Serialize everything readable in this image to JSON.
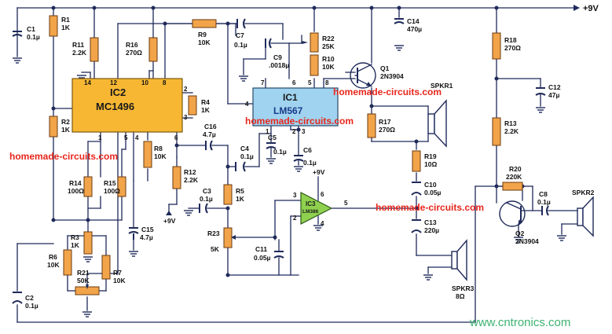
{
  "supply": {
    "vcc_label": "+9V",
    "ic3_supply": "+9V",
    "r12_supply": "+9V"
  },
  "ics": {
    "ic2": {
      "name": "IC2",
      "part": "MC1496"
    },
    "ic1": {
      "name": "IC1",
      "part": "LM567"
    },
    "ic3": {
      "name": "IC3",
      "part": "LM386"
    }
  },
  "pins": {
    "ic2": [
      "14",
      "12",
      "10",
      "8",
      "2",
      "3",
      "1",
      "5",
      "4",
      "6"
    ],
    "ic1": [
      "4",
      "7",
      "6",
      "5",
      "8",
      "1",
      "2",
      "3"
    ],
    "ic3": [
      "3",
      "2",
      "6",
      "4",
      "5"
    ]
  },
  "components": {
    "R1": {
      "name": "R1",
      "value": "1K"
    },
    "R2": {
      "name": "R2",
      "value": "1K"
    },
    "R3": {
      "name": "R3",
      "value": "1K"
    },
    "R4": {
      "name": "R4",
      "value": "1K"
    },
    "R5": {
      "name": "R5",
      "value": "1K"
    },
    "R6": {
      "name": "R6",
      "value": "10K"
    },
    "R7": {
      "name": "R7",
      "value": "10K"
    },
    "R8": {
      "name": "R8",
      "value": "10K"
    },
    "R9": {
      "name": "R9",
      "value": "10K"
    },
    "R10": {
      "name": "R10",
      "value": "10K"
    },
    "R11": {
      "name": "R11",
      "value": "2.2K"
    },
    "R12": {
      "name": "R12",
      "value": "2.2K"
    },
    "R13": {
      "name": "R13",
      "value": "2.2K"
    },
    "R14": {
      "name": "R14",
      "value": "100Ω"
    },
    "R15": {
      "name": "R15",
      "value": "100Ω"
    },
    "R16": {
      "name": "R16",
      "value": "270Ω"
    },
    "R17": {
      "name": "R17",
      "value": "270Ω"
    },
    "R18": {
      "name": "R18",
      "value": "270Ω"
    },
    "R19": {
      "name": "R19",
      "value": "10Ω"
    },
    "R20": {
      "name": "R20",
      "value": "220K"
    },
    "R21": {
      "name": "R21",
      "value": "50K"
    },
    "R22": {
      "name": "R22",
      "value": "25K"
    },
    "R23": {
      "name": "R23",
      "value": "5K"
    },
    "C1": {
      "name": "C1",
      "value": "0.1µ"
    },
    "C2": {
      "name": "C2",
      "value": "0.1µ"
    },
    "C3": {
      "name": "C3",
      "value": "0.1µ"
    },
    "C4": {
      "name": "C4",
      "value": "0.1µ"
    },
    "C5": {
      "name": "C5",
      "value": "0.1µ"
    },
    "C6": {
      "name": "C6",
      "value": "0.1µ"
    },
    "C7": {
      "name": "C7",
      "value": "0.1µ"
    },
    "C8": {
      "name": "C8",
      "value": "0.1µ"
    },
    "C9": {
      "name": "C9",
      "value": ".0018µ"
    },
    "C10": {
      "name": "C10",
      "value": "0.05µ"
    },
    "C11": {
      "name": "C11",
      "value": "0.05µ"
    },
    "C12": {
      "name": "C12",
      "value": "47µ"
    },
    "C13": {
      "name": "C13",
      "value": "220µ"
    },
    "C14": {
      "name": "C14",
      "value": "470µ"
    },
    "C15": {
      "name": "C15",
      "value": "4.7µ"
    },
    "C16": {
      "name": "C16",
      "value": "4.7µ"
    },
    "Q1": {
      "name": "Q1",
      "value": "2N3904"
    },
    "Q2": {
      "name": "Q2",
      "value": "2N3904"
    },
    "SPKR1": {
      "name": "SPKR1",
      "value": ""
    },
    "SPKR2": {
      "name": "SPKR2",
      "value": ""
    },
    "SPKR3": {
      "name": "SPKR3",
      "value": "8Ω"
    }
  },
  "watermarks": {
    "site": "homemade-circuits.com",
    "corner": "www.cntronics.com"
  },
  "colors": {
    "wire": "#1f2a5a",
    "resistor": "#f2a44a",
    "ic2_fill": "#f7b733",
    "ic1_fill": "#9fd3ef",
    "ic3_fill": "#8fd14f",
    "watermark": "#e8261c",
    "corner_watermark": "#3cb371"
  }
}
